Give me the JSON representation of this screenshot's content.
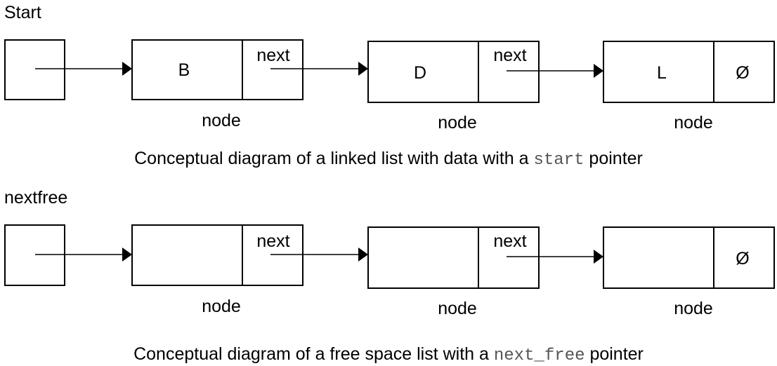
{
  "diagram1": {
    "pointer_label": "Start",
    "nodes": [
      {
        "data": "B",
        "next": "next",
        "caption": "node"
      },
      {
        "data": "D",
        "next": "next",
        "caption": "node"
      },
      {
        "data": "L",
        "next": "Ø",
        "caption": "node"
      }
    ],
    "caption_before": "Conceptual diagram of a linked list with data with a ",
    "caption_code": "start",
    "caption_after": " pointer"
  },
  "diagram2": {
    "pointer_label": "nextfree",
    "nodes": [
      {
        "data": "",
        "next": "next",
        "caption": "node"
      },
      {
        "data": "",
        "next": "next",
        "caption": "node"
      },
      {
        "data": "",
        "next": "Ø",
        "caption": "node"
      }
    ],
    "caption_before": "Conceptual diagram of a free space list with a ",
    "caption_code": "next_free",
    "caption_after": " pointer"
  }
}
